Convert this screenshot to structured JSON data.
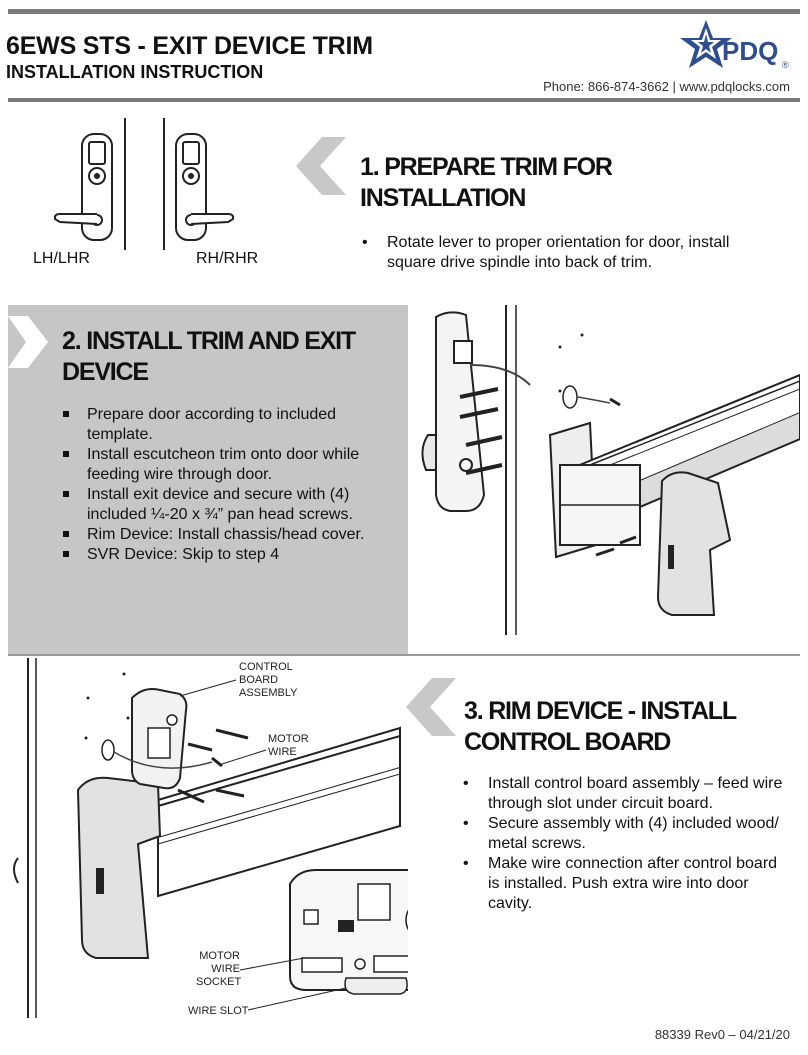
{
  "header": {
    "title": "6EWS STS - EXIT DEVICE TRIM",
    "subtitle": "INSTALLATION INSTRUCTION",
    "contact": "Phone: 866-874-3662 | www.pdqlocks.com",
    "logo_text": "PDQ",
    "logo_mark": "®"
  },
  "colors": {
    "rule_gray": "#7a7a7a",
    "panel_gray": "#c6c6c6",
    "chevron_gray": "#c8c8c8",
    "logo_blue": "#2e4e8f"
  },
  "step1": {
    "heading_line1": "1. PREPARE TRIM FOR",
    "heading_line2": "INSTALLATION",
    "bullets": [
      "Rotate lever to proper orientation for door, install square drive spindle into back of trim."
    ],
    "label_left": "LH/LHR",
    "label_right": "RH/RHR"
  },
  "step2": {
    "heading_line1": "2. INSTALL TRIM AND EXIT",
    "heading_line2": "DEVICE",
    "bullets": [
      "Prepare door according to included template.",
      "Install escutcheon trim onto door while feeding wire through door.",
      "Install exit device and secure with (4) included ¼-20 x ¾” pan head screws.",
      "Rim Device: Install chassis/head cover.",
      "SVR Device: Skip to step 4"
    ]
  },
  "step3": {
    "heading_line1": "3. RIM DEVICE - INSTALL",
    "heading_line2": "CONTROL BOARD",
    "bullets": [
      "Install control board assembly – feed wire through slot under circuit board.",
      "Secure assembly with (4) included wood/ metal screws.",
      "Make wire connection after control board is installed. Push extra wire into door cavity."
    ],
    "callouts": {
      "control_board": [
        "CONTROL",
        "BOARD",
        "ASSEMBLY"
      ],
      "motor_wire": [
        "MOTOR",
        "WIRE"
      ],
      "motor_wire_socket": [
        "MOTOR",
        "WIRE",
        "SOCKET"
      ],
      "wire_slot": "WIRE SLOT"
    }
  },
  "footer": {
    "doc_number": "88339 Rev0 – 04/21/20"
  }
}
